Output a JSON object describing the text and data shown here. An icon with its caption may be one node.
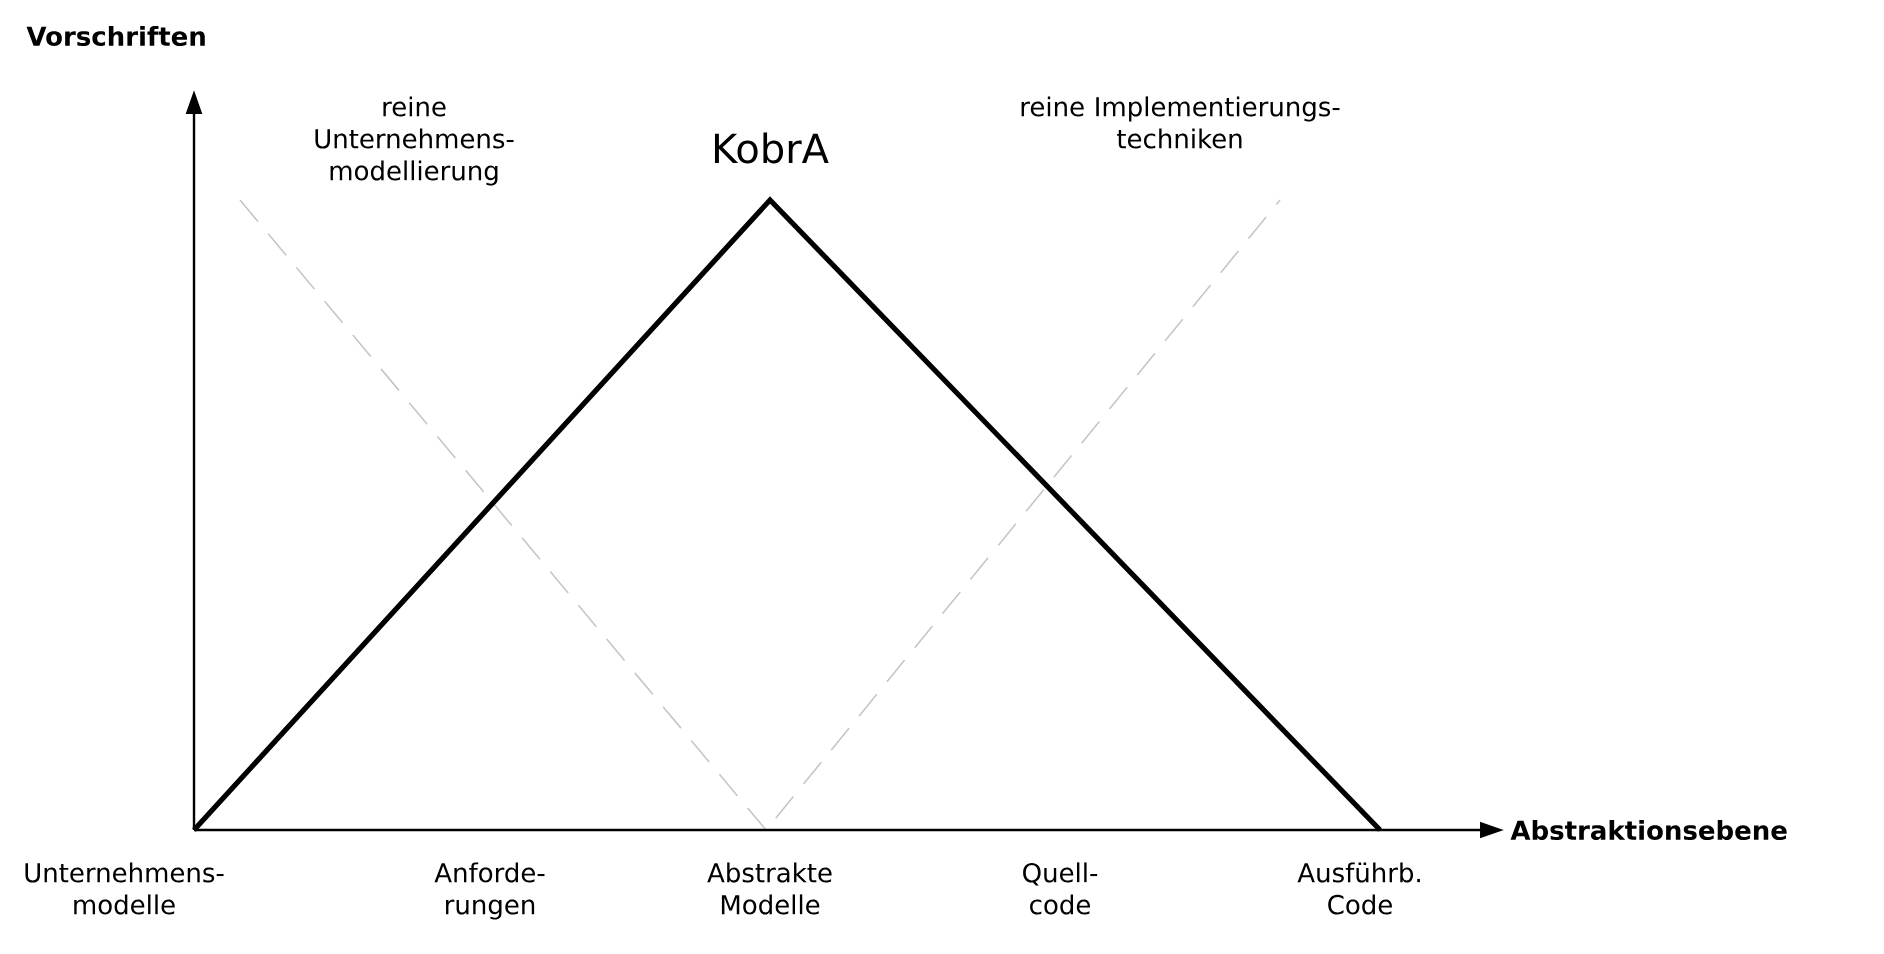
{
  "diagram": {
    "labels": [
      "Vorschriften",
      "reine Unternehmens- modellierung",
      "KobrA",
      "reine Implementierungs- techniken",
      "Abstraktionsebene",
      "Unternehmens- modelle",
      "Anforde- rungen",
      "Abstrakte Modelle",
      "Quell- code",
      "Ausführb. Code"
    ]
  }
}
